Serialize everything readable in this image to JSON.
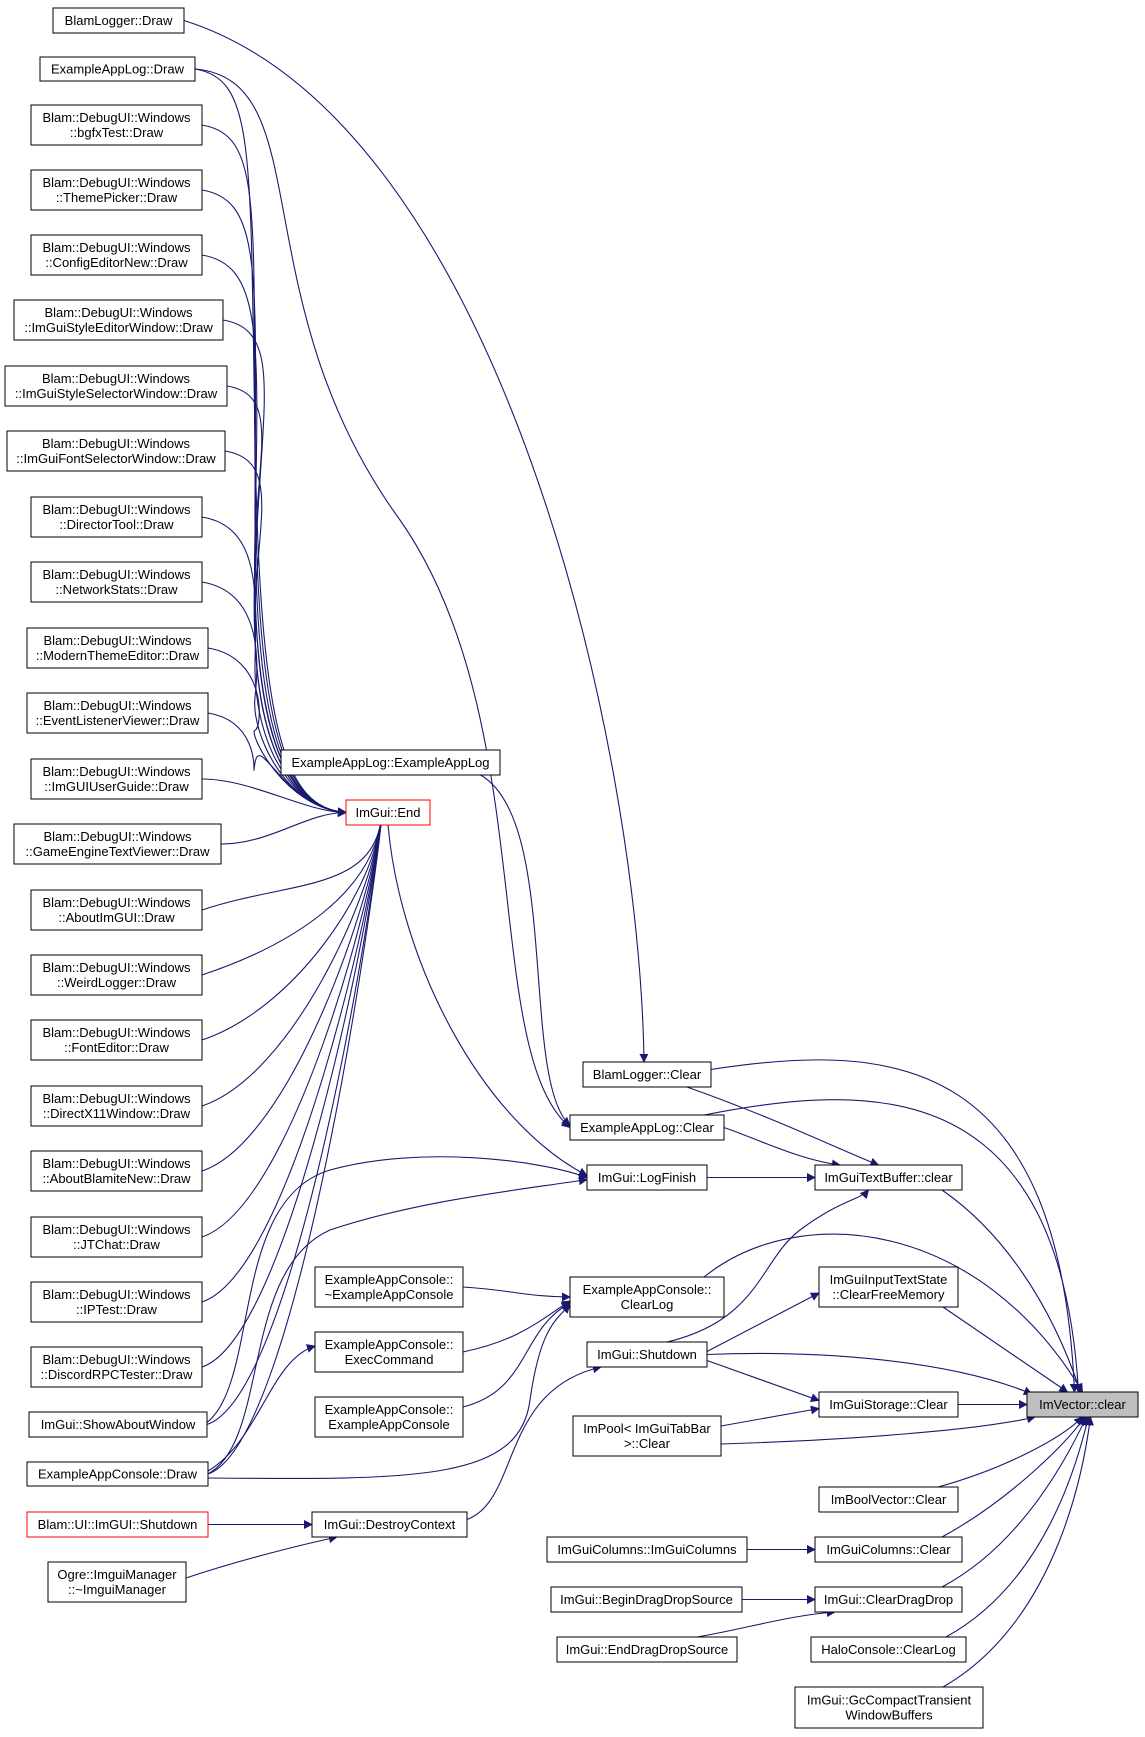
{
  "colors": {
    "edge": "#191970",
    "node_border": "#000000",
    "node_border_red": "#ff0000",
    "highlight_fill": "#bfbfbf"
  },
  "nodes": [
    {
      "id": "blamlogger_draw",
      "lines": [
        "BlamLogger::Draw"
      ]
    },
    {
      "id": "exampleapplog_draw",
      "lines": [
        "ExampleAppLog::Draw"
      ]
    },
    {
      "id": "bgfxtest_draw",
      "lines": [
        "Blam::DebugUI::Windows",
        "::bgfxTest::Draw"
      ]
    },
    {
      "id": "themepicker_draw",
      "lines": [
        "Blam::DebugUI::Windows",
        "::ThemePicker::Draw"
      ]
    },
    {
      "id": "configeditornew_draw",
      "lines": [
        "Blam::DebugUI::Windows",
        "::ConfigEditorNew::Draw"
      ]
    },
    {
      "id": "imguistyleeditorwindow_draw",
      "lines": [
        "Blam::DebugUI::Windows",
        "::ImGuiStyleEditorWindow::Draw"
      ]
    },
    {
      "id": "imguistyleselectorwindow_draw",
      "lines": [
        "Blam::DebugUI::Windows",
        "::ImGuiStyleSelectorWindow::Draw"
      ]
    },
    {
      "id": "imguifontselectorwindow_draw",
      "lines": [
        "Blam::DebugUI::Windows",
        "::ImGuiFontSelectorWindow::Draw"
      ]
    },
    {
      "id": "directortool_draw",
      "lines": [
        "Blam::DebugUI::Windows",
        "::DirectorTool::Draw"
      ]
    },
    {
      "id": "networkstats_draw",
      "lines": [
        "Blam::DebugUI::Windows",
        "::NetworkStats::Draw"
      ]
    },
    {
      "id": "modernthemeeditor_draw",
      "lines": [
        "Blam::DebugUI::Windows",
        "::ModernThemeEditor::Draw"
      ]
    },
    {
      "id": "eventlistenerviewer_draw",
      "lines": [
        "Blam::DebugUI::Windows",
        "::EventListenerViewer::Draw"
      ]
    },
    {
      "id": "imguiuserguide_draw",
      "lines": [
        "Blam::DebugUI::Windows",
        "::ImGUIUserGuide::Draw"
      ]
    },
    {
      "id": "gameenginetextviewer_draw",
      "lines": [
        "Blam::DebugUI::Windows",
        "::GameEngineTextViewer::Draw"
      ]
    },
    {
      "id": "aboutimgui_draw",
      "lines": [
        "Blam::DebugUI::Windows",
        "::AboutImGUI::Draw"
      ]
    },
    {
      "id": "weirdlogger_draw",
      "lines": [
        "Blam::DebugUI::Windows",
        "::WeirdLogger::Draw"
      ]
    },
    {
      "id": "fonteditor_draw",
      "lines": [
        "Blam::DebugUI::Windows",
        "::FontEditor::Draw"
      ]
    },
    {
      "id": "directx11window_draw",
      "lines": [
        "Blam::DebugUI::Windows",
        "::DirectX11Window::Draw"
      ]
    },
    {
      "id": "aboutblamitenew_draw",
      "lines": [
        "Blam::DebugUI::Windows",
        "::AboutBlamiteNew::Draw"
      ]
    },
    {
      "id": "jtchat_draw",
      "lines": [
        "Blam::DebugUI::Windows",
        "::JTChat::Draw"
      ]
    },
    {
      "id": "iptest_draw",
      "lines": [
        "Blam::DebugUI::Windows",
        "::IPTest::Draw"
      ]
    },
    {
      "id": "discordrpctester_draw",
      "lines": [
        "Blam::DebugUI::Windows",
        "::DiscordRPCTester::Draw"
      ]
    },
    {
      "id": "showaboutwindow",
      "lines": [
        "ImGui::ShowAboutWindow"
      ]
    },
    {
      "id": "exampleappconsole_draw",
      "lines": [
        "ExampleAppConsole::Draw"
      ]
    },
    {
      "id": "blam_ui_imgui_shutdown",
      "lines": [
        "Blam::UI::ImGUI::Shutdown"
      ]
    },
    {
      "id": "ogre_imguimanager_dtor",
      "lines": [
        "Ogre::ImguiManager",
        "::~ImguiManager"
      ]
    },
    {
      "id": "exampleapplog_ctor",
      "lines": [
        "ExampleAppLog::ExampleAppLog"
      ]
    },
    {
      "id": "imgui_end",
      "lines": [
        "ImGui::End"
      ]
    },
    {
      "id": "exampleappconsole_dtor",
      "lines": [
        "ExampleAppConsole::",
        "~ExampleAppConsole"
      ]
    },
    {
      "id": "exampleappconsole_execcommand",
      "lines": [
        "ExampleAppConsole::",
        "ExecCommand"
      ]
    },
    {
      "id": "exampleappconsole_ctor",
      "lines": [
        "ExampleAppConsole::",
        "ExampleAppConsole"
      ]
    },
    {
      "id": "imgui_destroycontext",
      "lines": [
        "ImGui::DestroyContext"
      ]
    },
    {
      "id": "imguicolumns_ctor",
      "lines": [
        "ImGuiColumns::ImGuiColumns"
      ]
    },
    {
      "id": "begindragdropsource",
      "lines": [
        "ImGui::BeginDragDropSource"
      ]
    },
    {
      "id": "enddragdropsource",
      "lines": [
        "ImGui::EndDragDropSource"
      ]
    },
    {
      "id": "blamlogger_clear",
      "lines": [
        "BlamLogger::Clear"
      ]
    },
    {
      "id": "exampleapplog_clear",
      "lines": [
        "ExampleAppLog::Clear"
      ]
    },
    {
      "id": "imgui_logfinish",
      "lines": [
        "ImGui::LogFinish"
      ]
    },
    {
      "id": "exampleappconsole_clearlog",
      "lines": [
        "ExampleAppConsole::",
        "ClearLog"
      ]
    },
    {
      "id": "imgui_shutdown",
      "lines": [
        "ImGui::Shutdown"
      ]
    },
    {
      "id": "impool_clear",
      "lines": [
        "ImPool< ImGuiTabBar",
        ">::Clear"
      ]
    },
    {
      "id": "imguitextbuffer_clear",
      "lines": [
        "ImGuiTextBuffer::clear"
      ]
    },
    {
      "id": "imguiinputtextstate_clearfreememory",
      "lines": [
        "ImGuiInputTextState",
        "::ClearFreeMemory"
      ]
    },
    {
      "id": "imguistorage_clear",
      "lines": [
        "ImGuiStorage::Clear"
      ]
    },
    {
      "id": "imboolvector_clear",
      "lines": [
        "ImBoolVector::Clear"
      ]
    },
    {
      "id": "imguicolumns_clear",
      "lines": [
        "ImGuiColumns::Clear"
      ]
    },
    {
      "id": "imgui_cleardragdrop",
      "lines": [
        "ImGui::ClearDragDrop"
      ]
    },
    {
      "id": "haloconsole_clearlog",
      "lines": [
        "HaloConsole::ClearLog"
      ]
    },
    {
      "id": "gccompacttransientwindowbuffers",
      "lines": [
        "ImGui::GcCompactTransient",
        "WindowBuffers"
      ]
    },
    {
      "id": "imvector_clear",
      "lines": [
        "ImVector::clear"
      ]
    }
  ]
}
